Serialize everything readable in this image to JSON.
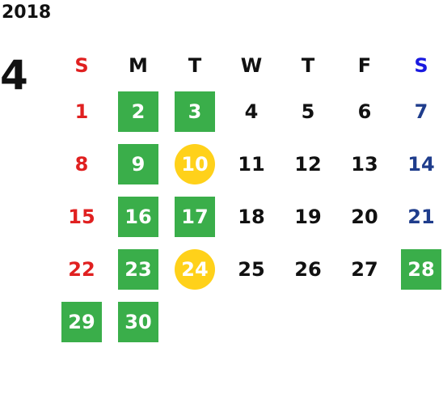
{
  "year": "2018",
  "month": "4",
  "colors": {
    "sunday": "#e02020",
    "saturday_header": "#1a1ae0",
    "saturday": "#1f3d8c",
    "highlight_green": "#3aae4a",
    "highlight_yellow": "#ffd11a"
  },
  "weekdays": [
    "S",
    "M",
    "T",
    "W",
    "T",
    "F",
    "S"
  ],
  "weeks": [
    [
      {
        "d": "1",
        "m": ""
      },
      {
        "d": "2",
        "m": "green"
      },
      {
        "d": "3",
        "m": "green"
      },
      {
        "d": "4",
        "m": ""
      },
      {
        "d": "5",
        "m": ""
      },
      {
        "d": "6",
        "m": ""
      },
      {
        "d": "7",
        "m": ""
      }
    ],
    [
      {
        "d": "8",
        "m": ""
      },
      {
        "d": "9",
        "m": "green"
      },
      {
        "d": "10",
        "m": "yellow"
      },
      {
        "d": "11",
        "m": ""
      },
      {
        "d": "12",
        "m": ""
      },
      {
        "d": "13",
        "m": ""
      },
      {
        "d": "14",
        "m": ""
      }
    ],
    [
      {
        "d": "15",
        "m": ""
      },
      {
        "d": "16",
        "m": "green"
      },
      {
        "d": "17",
        "m": "green"
      },
      {
        "d": "18",
        "m": ""
      },
      {
        "d": "19",
        "m": ""
      },
      {
        "d": "20",
        "m": ""
      },
      {
        "d": "21",
        "m": ""
      }
    ],
    [
      {
        "d": "22",
        "m": ""
      },
      {
        "d": "23",
        "m": "green"
      },
      {
        "d": "24",
        "m": "yellow"
      },
      {
        "d": "25",
        "m": ""
      },
      {
        "d": "26",
        "m": ""
      },
      {
        "d": "27",
        "m": ""
      },
      {
        "d": "28",
        "m": "green"
      }
    ],
    [
      {
        "d": "29",
        "m": "green"
      },
      {
        "d": "30",
        "m": "green"
      }
    ]
  ]
}
